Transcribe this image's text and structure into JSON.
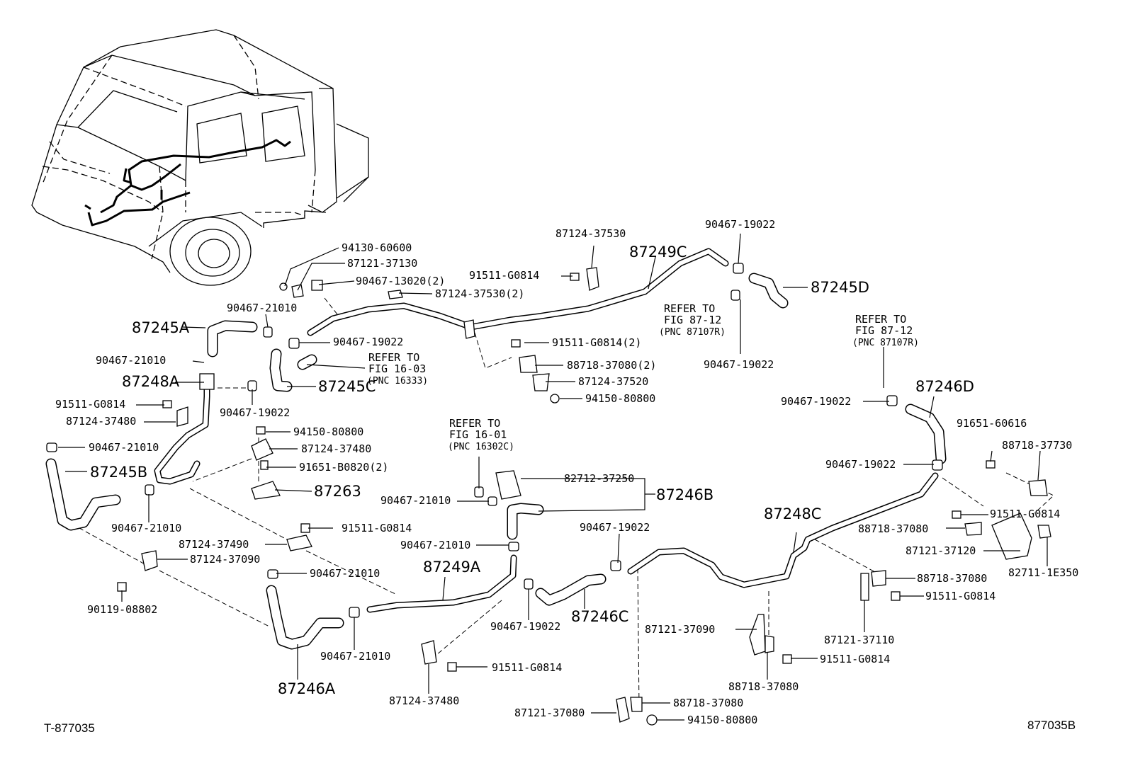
{
  "labels": {
    "p94130_60600": "94130-60600",
    "p87121_37130": "87121-37130",
    "p90467_13020": "90467-13020(2)",
    "p87124_37530_2": "87124-37530(2)",
    "p87124_37530": "87124-37530",
    "p91511_G0814_top": "91511-G0814",
    "p87249C": "87249C",
    "p90467_19022_top": "90467-19022",
    "p87245D": "87245D",
    "ref_87_12_a": [
      "REFER TO",
      "FIG 87-12",
      "(PNC 87107R)"
    ],
    "p90467_19022_mid_right": "90467-19022",
    "p90467_21010_a": "90467-21010",
    "p87245A": "87245A",
    "p90467_19022_b": "90467-19022",
    "ref_16_03": [
      "REFER TO",
      "FIG 16-03",
      "(PNC 16333)"
    ],
    "p91511_G0814_2": "91511-G0814(2)",
    "p88718_37080_2": "88718-37080(2)",
    "p87124_37520": "87124-37520",
    "p94150_80800_a": "94150-80800",
    "p90467_21010_b": "90467-21010",
    "p87248A": "87248A",
    "p87245C": "87245C",
    "p90467_19022_c": "90467-19022",
    "p91511_G0814_left": "91511-G0814",
    "p87124_37480_left": "87124-37480",
    "p94150_80800_b": "94150-80800",
    "p87124_37480_mid": "87124-37480",
    "p91651_B0820": "91651-B0820(2)",
    "p90467_21010_c": "90467-21010",
    "p87245B": "87245B",
    "p87263": "87263",
    "p90467_21010_d": "90467-21010",
    "ref_16_01": [
      "REFER TO",
      "FIG 16-01",
      "(PNC 16302C)"
    ],
    "p82712_37250": "82712-37250",
    "p90467_21010_e": "90467-21010",
    "p87246B": "87246B",
    "p91511_G0814_mid": "91511-G0814",
    "p87124_37490": "87124-37490",
    "p87124_37090": "87124-37090",
    "p90467_21010_f": "90467-21010",
    "p90119_08802": "90119-08802",
    "p90467_21010_g": "90467-21010",
    "p87249A": "87249A",
    "p90467_19022_d": "90467-19022",
    "p87246C": "87246C",
    "p90467_19022_e": "90467-19022",
    "p90467_21010_h": "90467-21010",
    "p87246A": "87246A",
    "p87124_37480_bot": "87124-37480",
    "p91511_G0814_bot": "91511-G0814",
    "ref_87_12_b": [
      "REFER TO",
      "FIG 87-12",
      "(PNC 87107R)"
    ],
    "p90467_19022_f": "90467-19022",
    "p87246D": "87246D",
    "p91651_60616": "91651-60616",
    "p88718_37730": "88718-37730",
    "p90467_19022_g": "90467-19022",
    "p87248C": "87248C",
    "p91511_G0814_r": "91511-G0814",
    "p88718_37080_r": "88718-37080",
    "p87121_37120": "87121-37120",
    "p82711_1E350": "82711-1E350",
    "p88718_37080_r2": "88718-37080",
    "p91511_G0814_r2": "91511-G0814",
    "p87121_37090": "87121-37090",
    "p87121_37110": "87121-37110",
    "p91511_G0814_r3": "91511-G0814",
    "p88718_37080_r3": "88718-37080",
    "p87121_37080": "87121-37080",
    "p88718_37080_b": "88718-37080",
    "p94150_80800_c": "94150-80800"
  },
  "footer": {
    "left_code": "T-877035",
    "right_code": "877035B"
  }
}
